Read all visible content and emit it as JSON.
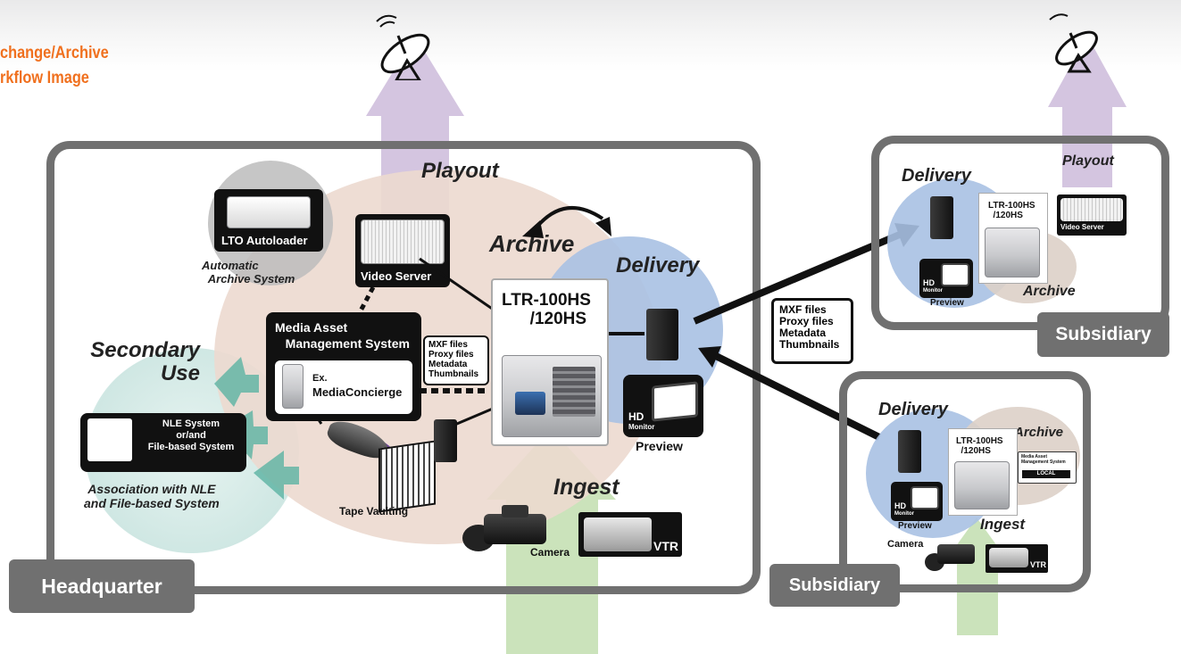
{
  "title": {
    "line1": "change/Archive",
    "line2": "rkflow Image",
    "color": "#f0701e"
  },
  "headquarter": {
    "label": "Headquarter",
    "zones": {
      "playout": "Playout",
      "archive": "Archive",
      "delivery": "Delivery",
      "secondary_use": "Secondary\nUse",
      "ingest": "Ingest"
    },
    "lto_autoloader": "LTO Autoloader",
    "automatic_archive": "Automatic\n  Archive System",
    "video_server": "Video Server",
    "mam": {
      "title": "Media Asset\n   Management System",
      "ex": "Ex.",
      "product": "MediaConcierge"
    },
    "mxf_box": "MXF files\nProxy files\nMetadata\nThumbnails",
    "ltr_model": "LTR-100HS\n      /120HS",
    "hd_monitor": {
      "hd": "HD",
      "monitor": "Monitor"
    },
    "preview": "Preview",
    "nle": "NLE System\nor/and\nFile-based System",
    "association": "Association with NLE\nand File-based System",
    "tape_vaulting": "Tape Vaulting",
    "camera": "Camera",
    "vtr": "VTR"
  },
  "transfer_box": "MXF files\nProxy files\nMetadata\nThumbnails",
  "subsidiary_top": {
    "label": "Subsidiary",
    "delivery": "Delivery",
    "playout": "Playout",
    "archive": "Archive",
    "ltr_model": "LTR-100HS\n  /120HS",
    "video_server": "Video Server",
    "hd": "HD",
    "monitor": "Monitor",
    "preview": "Preview"
  },
  "subsidiary_bottom": {
    "label": "Subsidiary",
    "delivery": "Delivery",
    "archive": "Archive",
    "ingest": "Ingest",
    "ltr_model": "LTR-100HS\n  /120HS",
    "mam_title": "Media Asset\nManagement System",
    "mam_local": "LOCAL",
    "hd": "HD",
    "monitor": "Monitor",
    "preview": "Preview",
    "camera": "Camera",
    "vtr": "VTR"
  },
  "colors": {
    "frame": "#707070",
    "playout_zone": "#e9cfc3",
    "delivery_zone": "#a9c1e3",
    "secondary_zone": "#cfe7e3",
    "ingest_arrow": "#c5e0b4",
    "playout_arrow": "#cdbbdb",
    "archive_zone": "#ddd0c8",
    "secondary_arrow": "#5bb3a3"
  }
}
